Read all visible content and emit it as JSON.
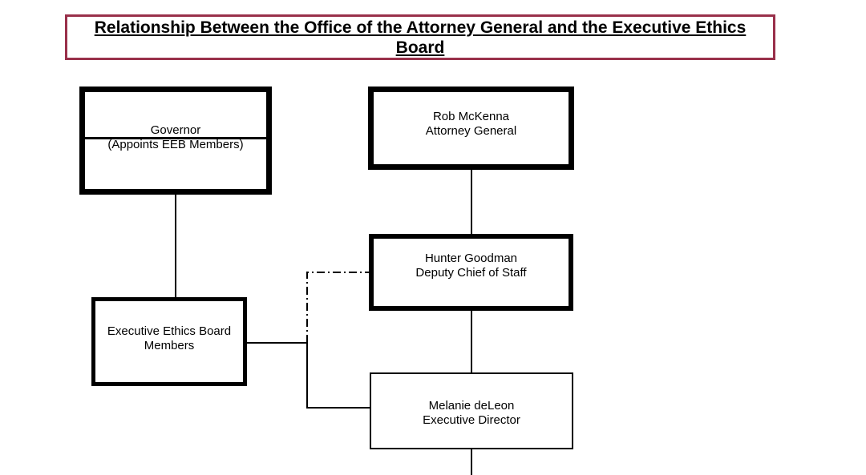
{
  "title": "Relationship Between the Office of the Attorney General and the Executive Ethics Board",
  "nodes": {
    "governor": {
      "line1": "Governor",
      "line2": "(Appoints EEB Members)"
    },
    "attorney_general": {
      "line1": "Rob McKenna",
      "line2": "Attorney General"
    },
    "deputy_chief": {
      "line1": "Hunter Goodman",
      "line2": "Deputy Chief of Staff"
    },
    "ethics_board": {
      "line1": "Executive Ethics Board",
      "line2": "Members"
    },
    "executive_director": {
      "line1": "Melanie deLeon",
      "line2": "Executive Director"
    }
  },
  "colors": {
    "title_border": "#99304a",
    "line": "#000000"
  }
}
